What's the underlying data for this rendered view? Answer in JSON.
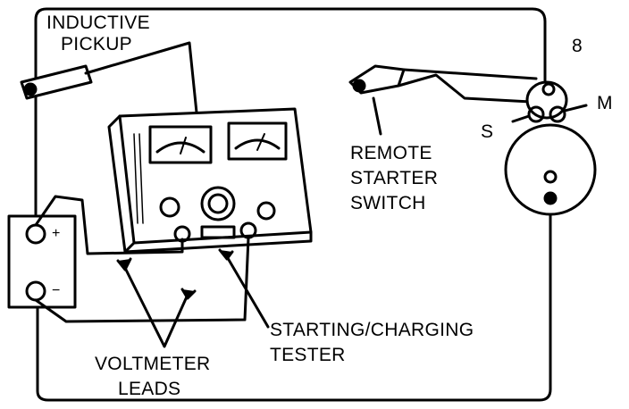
{
  "labels": {
    "inductive": "INDUCTIVE",
    "pickup": "PICKUP",
    "remote": "REMOTE",
    "starter": "STARTER",
    "switch": "SWITCH",
    "terminal_b": "8",
    "terminal_m": "M",
    "terminal_s": "S",
    "starting_charging": "STARTING/CHARGING",
    "tester": "TESTER",
    "voltmeter": "VOLTMETER",
    "leads": "LEADS",
    "plus": "+",
    "minus": "−"
  },
  "colors": {
    "ink": "#000000",
    "paper": "#ffffff"
  }
}
